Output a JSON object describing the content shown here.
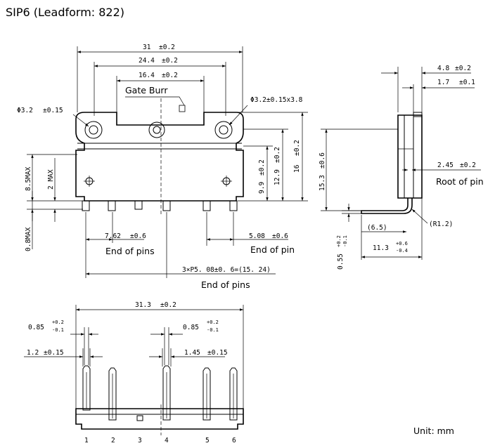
{
  "title": "SIP6 (Leadform: 822)",
  "unit": "Unit: mm",
  "labels": {
    "gate_burr": "Gate Burr",
    "end_of_pins_a": "End of pins",
    "end_of_pin_b": "End of pin",
    "end_of_pins_c": "End of pins",
    "root_of_pin": "Root of pin"
  },
  "front_view": {
    "width_31": "31",
    "width_31_tol": "±0.2",
    "width_24_4": "24.4",
    "width_24_4_tol": "±0.2",
    "width_16_4": "16.4",
    "width_16_4_tol": "±0.2",
    "hole_left": "Φ3.2",
    "hole_left_tol": "±0.15",
    "hole_right": "Φ3.2±0.15x3.8",
    "h_8_5max": "8.5MAX",
    "h_2max": "2 MAX",
    "h_0_8max": "0.8MAX",
    "h_9_9": "9.9",
    "h_9_9_tol": "±0.2",
    "h_12_9": "12.9",
    "h_12_9_tol": "±0.2",
    "h_16": "16",
    "h_16_tol": "±0.2",
    "pitch_7_62": "7.62",
    "pitch_7_62_tol": "±0.6",
    "pitch_5_08": "5.08",
    "pitch_5_08_tol": "±0.6",
    "pitch_total": "3×P5. 08±0. 6=(15. 24)"
  },
  "side_view": {
    "d_4_8": "4.8",
    "d_4_8_tol": "±0.2",
    "d_1_7": "1.7",
    "d_1_7_tol": "±0.1",
    "d_15_3": "15.3",
    "d_15_3_tol": "±0.6",
    "d_2_45": "2.45",
    "d_2_45_tol": "±0.2",
    "r_1_2": "(R1.2)",
    "d_6_5": "(6.5)",
    "d_11_3": "11.3",
    "d_11_3_tol_plus": "+0.6",
    "d_11_3_tol_minus": "-0.4",
    "d_0_55": "0.55",
    "d_0_55_tol_plus": "+0.2",
    "d_0_55_tol_minus": "-0.1"
  },
  "bottom_view": {
    "width_31_3": "31.3",
    "width_31_3_tol": "±0.2",
    "lead_085_left": "0.85",
    "lead_085_left_tol_plus": "+0.2",
    "lead_085_left_tol_minus": "-0.1",
    "lead_085_right": "0.85",
    "lead_085_right_tol_plus": "+0.2",
    "lead_085_right_tol_minus": "-0.1",
    "lead_1_2": "1.2",
    "lead_1_2_tol": "±0.15",
    "lead_1_45": "1.45",
    "lead_1_45_tol": "±0.15",
    "pins": [
      "1",
      "2",
      "3",
      "4",
      "5",
      "6"
    ]
  }
}
